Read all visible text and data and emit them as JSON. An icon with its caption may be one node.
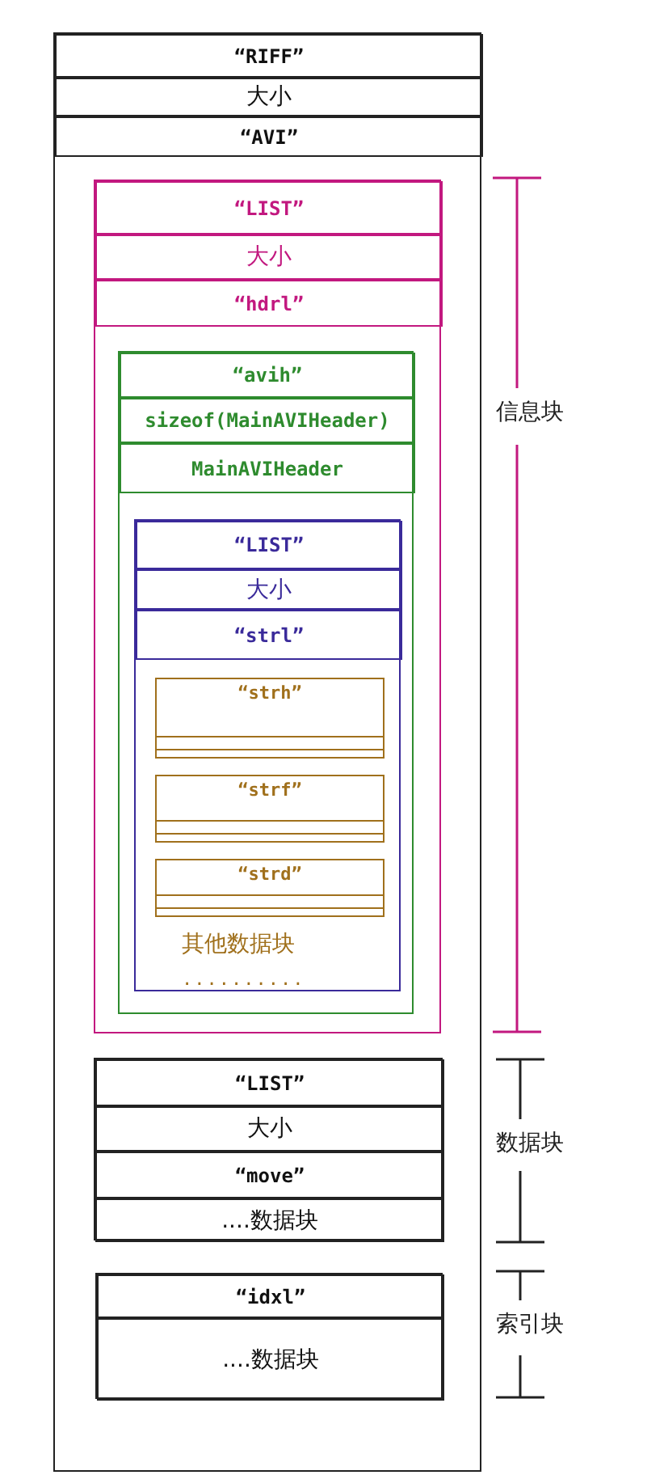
{
  "diagram": {
    "nodes": [
      {
        "text": [],
        "shape": "box"
      },
      {
        "text": [
          "“RIFF”"
        ],
        "in": 0
      },
      {
        "text": [
          "大小"
        ],
        "in": 0
      },
      {
        "text": [
          "“AVI”"
        ],
        "in": 0
      },
      {
        "text": [],
        "shape": "box",
        "in": 0
      },
      {
        "text": [
          "“LIST”"
        ],
        "in": 4
      },
      {
        "text": [
          "大小"
        ],
        "in": 4
      },
      {
        "text": [
          "“hdrl”"
        ],
        "in": 4
      },
      {
        "text": [],
        "shape": "box",
        "in": 4
      },
      {
        "text": [
          "“avih”"
        ],
        "in": 8
      },
      {
        "text": [
          "sizeof(MainAVIHeader)"
        ],
        "in": 8
      },
      {
        "text": [
          "MainAVIHeader"
        ],
        "in": 8
      },
      {
        "text": [],
        "shape": "box",
        "in": 8
      },
      {
        "text": [
          "“LIST”"
        ],
        "in": 12
      },
      {
        "text": [
          "大小"
        ],
        "in": 12
      },
      {
        "text": [
          "“strl”"
        ],
        "in": 12
      },
      {
        "text": [
          "“strh”"
        ],
        "in": 12
      },
      {
        "text": [
          "“strf”"
        ],
        "in": 12
      },
      {
        "text": [
          "“strd”"
        ],
        "in": 12
      },
      {
        "text": [],
        "shape": "box",
        "in": 0
      },
      {
        "text": [
          "“LIST”"
        ],
        "in": 19
      },
      {
        "text": [
          "大小"
        ],
        "in": 19
      },
      {
        "text": [
          "“move”"
        ],
        "in": 19
      },
      {
        "text": [
          "....数据块"
        ],
        "in": 19
      },
      {
        "text": [],
        "shape": "box",
        "in": 0
      },
      {
        "text": [
          "“idxl”"
        ],
        "in": 24
      },
      {
        "text": [
          "....数据块"
        ],
        "in": 24
      }
    ],
    "edges": [],
    "labels": [
      "信息块",
      "其他数据块",
      "..........",
      "数据块",
      "索引块"
    ]
  }
}
